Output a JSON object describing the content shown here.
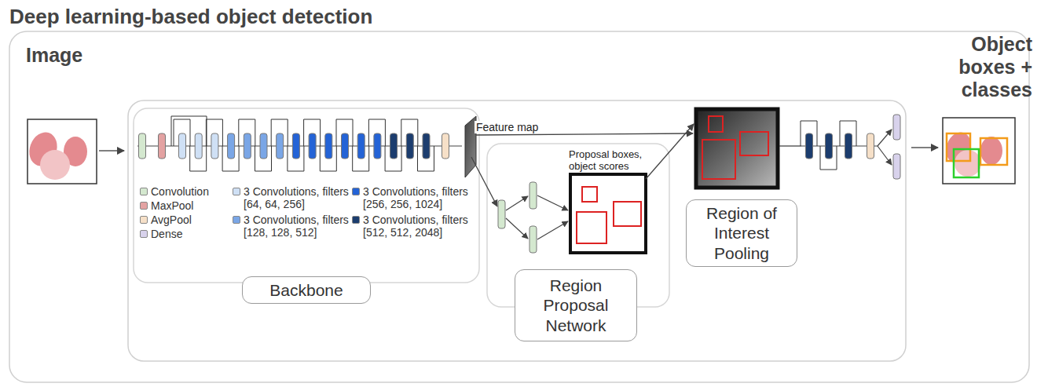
{
  "diagram": {
    "title": "Deep learning-based object detection",
    "nodes": [
      {
        "text": [
          "Backbone"
        ]
      },
      {
        "text": [
          "Region Proposal Network"
        ]
      },
      {
        "text": [
          "Region of Interest Pooling"
        ]
      }
    ],
    "labels": [
      "Image",
      "Object boxes + classes",
      "Feature map",
      "Proposal boxes, object scores"
    ],
    "legend": [
      {
        "text": "Convolution",
        "color": "#d4e8cf"
      },
      {
        "text": "MaxPool",
        "color": "#e3a2a2"
      },
      {
        "text": "AvgPool",
        "color": "#f6e0c8"
      },
      {
        "text": "Dense",
        "color": "#d8d2ec"
      },
      {
        "text": "3 Convolutions, filters [64, 64, 256]",
        "color": "#cfe0f5"
      },
      {
        "text": "3 Convolutions, filters [128, 128, 512]",
        "color": "#7aa6e6"
      },
      {
        "text": "3 Convolutions, filters [256, 256, 1024]",
        "color": "#2463d6"
      },
      {
        "text": "3 Convolutions, filters [512, 512, 2048]",
        "color": "#1c3d6e"
      }
    ]
  }
}
